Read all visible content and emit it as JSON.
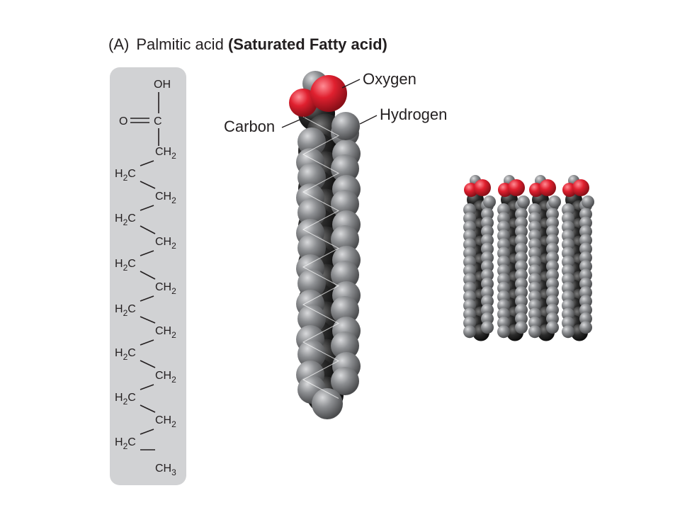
{
  "title": {
    "label": "(A)",
    "name": "Palmitic acid",
    "subtitle": "(Saturated Fatty acid)"
  },
  "structure": {
    "oh": "OH",
    "o": "O",
    "c": "C",
    "right_group": "CH",
    "left_group_h": "H",
    "left_group_c": "C",
    "subscript": "2",
    "terminal": "CH",
    "terminal_sub": "3"
  },
  "model_labels": {
    "oxygen": "Oxygen",
    "carbon": "Carbon",
    "hydrogen": "Hydrogen"
  },
  "colors": {
    "oxygen": "#e0202f",
    "carbon": "#2b2b2b",
    "hydrogen": "#8d8f92",
    "panel": "#d1d2d4"
  }
}
